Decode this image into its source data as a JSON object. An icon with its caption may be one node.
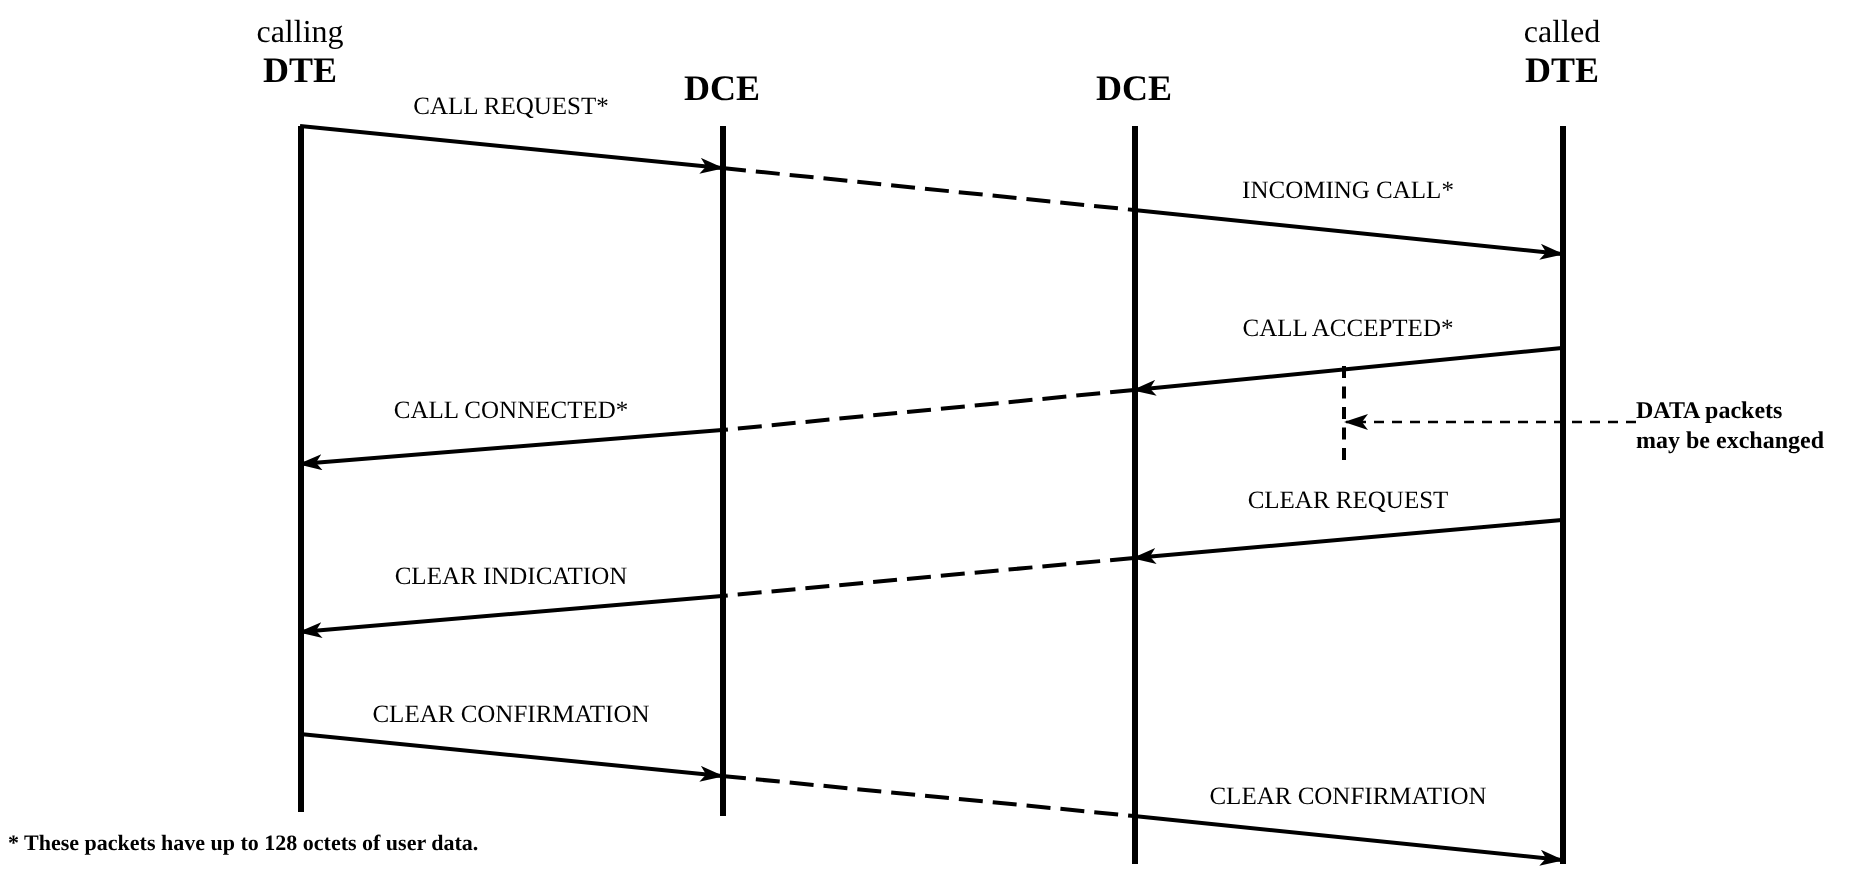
{
  "diagram": {
    "nodes": [
      {
        "text": [
          "calling",
          "DTE"
        ]
      },
      {
        "text": [
          "DCE"
        ]
      },
      {
        "text": [
          "DCE"
        ]
      },
      {
        "text": [
          "called",
          "DTE"
        ]
      },
      {
        "text": [
          "DATA packets may be exchanged"
        ]
      },
      {
        "text": [],
        "shape": "bar"
      }
    ],
    "edges": [
      {
        "from": 0,
        "to": 1,
        "arrow": "to",
        "label": "CALL REQUEST*"
      },
      {
        "from": 1,
        "to": 2,
        "arrow": "none",
        "style": "dashed"
      },
      {
        "from": 2,
        "to": 3,
        "arrow": "to",
        "label": "INCOMING CALL*"
      },
      {
        "from": 3,
        "to": 2,
        "arrow": "to",
        "label": "CALL ACCEPTED*"
      },
      {
        "from": 2,
        "to": 1,
        "arrow": "none",
        "style": "dashed"
      },
      {
        "from": 1,
        "to": 0,
        "arrow": "to",
        "label": "CALL CONNECTED*"
      },
      {
        "from": 3,
        "to": 2,
        "arrow": "to",
        "label": "CLEAR REQUEST"
      },
      {
        "from": 2,
        "to": 1,
        "arrow": "none",
        "style": "dashed"
      },
      {
        "from": 1,
        "to": 0,
        "arrow": "to",
        "label": "CLEAR INDICATION"
      },
      {
        "from": 0,
        "to": 1,
        "arrow": "to",
        "label": "CLEAR CONFIRMATION"
      },
      {
        "from": 1,
        "to": 2,
        "arrow": "none",
        "style": "dashed"
      },
      {
        "from": 2,
        "to": 3,
        "arrow": "to",
        "label": "CLEAR CONFIRMATION"
      },
      {
        "from": 4,
        "to": 5,
        "arrow": "to",
        "style": "dashed"
      }
    ],
    "labels": [
      "* These packets have up to 128 octets of user data."
    ]
  }
}
